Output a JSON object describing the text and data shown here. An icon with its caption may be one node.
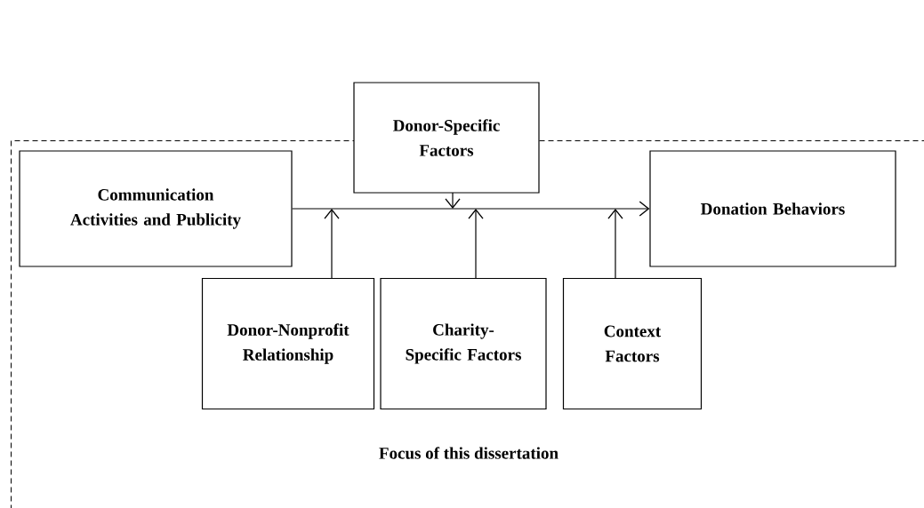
{
  "diagram": {
    "nodes": [
      {
        "text": [
          "Donor-Specific Factors"
        ]
      },
      {
        "text": [
          "Focus of this dissertation"
        ]
      },
      {
        "text": [
          "Communication Activities and Publicity"
        ],
        "in": 1
      },
      {
        "text": [
          "Donation Behaviors"
        ],
        "in": 1
      },
      {
        "text": [
          "Donor-Nonprofit Relationship"
        ],
        "in": 1
      },
      {
        "text": [
          "Charity-Specific Factors"
        ],
        "in": 1
      },
      {
        "text": [
          "Context Factors"
        ],
        "in": 1
      }
    ],
    "edges": [
      {
        "from": 2,
        "to": 3,
        "arrow": "to"
      },
      {
        "from": 0,
        "to": null,
        "arrow": "to"
      },
      {
        "from": 4,
        "to": null,
        "arrow": "to"
      },
      {
        "from": 5,
        "to": null,
        "arrow": "to"
      },
      {
        "from": 6,
        "to": null,
        "arrow": "to"
      }
    ]
  }
}
